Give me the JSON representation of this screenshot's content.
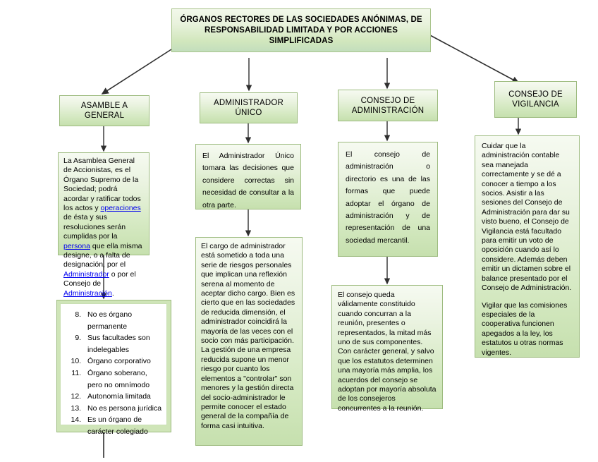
{
  "diagram": {
    "title_box": {
      "text": "ÓRGANOS RECTORES DE LAS SOCIEDADES ANÓNIMAS, DE RESPONSABILIDAD LIMITADA Y POR ACCIONES SIMPLIFICADAS"
    },
    "columns": [
      {
        "id": "asamblea-general",
        "header": "ASAMBLE A GENERAL",
        "body_intro": "La Asamblea General de Accionistas, es el Órgano Supremo de la Sociedad; podrá acordar y ratificar todos los actos y ",
        "link_1": "operaciones",
        "body_mid_1": " de ésta y sus resoluciones serán cumplidas por la ",
        "link_2": "persona",
        "body_mid_2": " que ella misma designe, o a falta de designación, por el ",
        "link_3": "Administrador",
        "body_mid_3": " o por el Consejo de ",
        "link_4": "Administración",
        "body_end": ".",
        "list_items": [
          "No es órgano permanente",
          "Sus facultades son indelegables",
          "Órgano corporativo",
          "Órgano soberano, pero no omnímodo",
          "Autonomía limitada",
          "No es persona jurídica",
          "Es un órgano de carácter colegiado"
        ],
        "list_start": 8
      },
      {
        "id": "administrador-unico",
        "header": "ADMINISTRADOR ÚNICO",
        "body_1": "El Administrador Único tomara las decisiones que considere correctas sin necesidad de consultar a la otra parte.",
        "body_2": "El cargo de administrador está sometido a toda una serie de riesgos personales que implican una reflexión serena al momento de aceptar dicho cargo. Bien es cierto que en las sociedades de reducida dimensión, el administrador coincidirá la mayoría de las veces con el socio con más participación. La gestión de una empresa reducida supone un menor riesgo por cuanto los elementos a \"controlar\" son menores y la gestión directa del socio-administrador le permite conocer el estado general de la compañía de forma casi intuitiva."
      },
      {
        "id": "consejo-administracion",
        "header": "CONSEJO DE ADMINISTRACIÓN",
        "body_1": "El consejo de administración o directorio es una de las formas que puede adoptar el órgano de administración y de representación de una sociedad mercantil.",
        "body_2": "El consejo queda válidamente constituido cuando concurran a la reunión, presentes o representados, la mitad más uno de sus componentes. Con carácter general, y salvo que los estatutos determinen una mayoría más amplia, los acuerdos del consejo se adoptan por mayoría absoluta de los consejeros concurrentes a la reunión."
      },
      {
        "id": "consejo-vigilancia",
        "header": "CONSEJO DE VIGILANCIA",
        "body_1": "Cuidar que la administración contable sea manejada correctamente y se dé a conocer a tiempo a los socios. Asistir a las sesiones del Consejo de Administración para dar su visto bueno, el Consejo de Vigilancia está facultado para emitir un voto de oposición cuando así lo considere. Además deben emitir un dictamen sobre el balance presentado por el Consejo de Administración.",
        "body_2": "Vigilar que las comisiones especiales de la cooperativa funcionen apegados a la ley, los estatutos u otras normas vigentes."
      }
    ],
    "colors": {
      "box_border": "#9dbb7f",
      "box_fill_top": "#f6faf1",
      "box_fill_bottom": "#c6e0ae",
      "connector": "#3a3a3a",
      "link": "#0000ee"
    }
  }
}
